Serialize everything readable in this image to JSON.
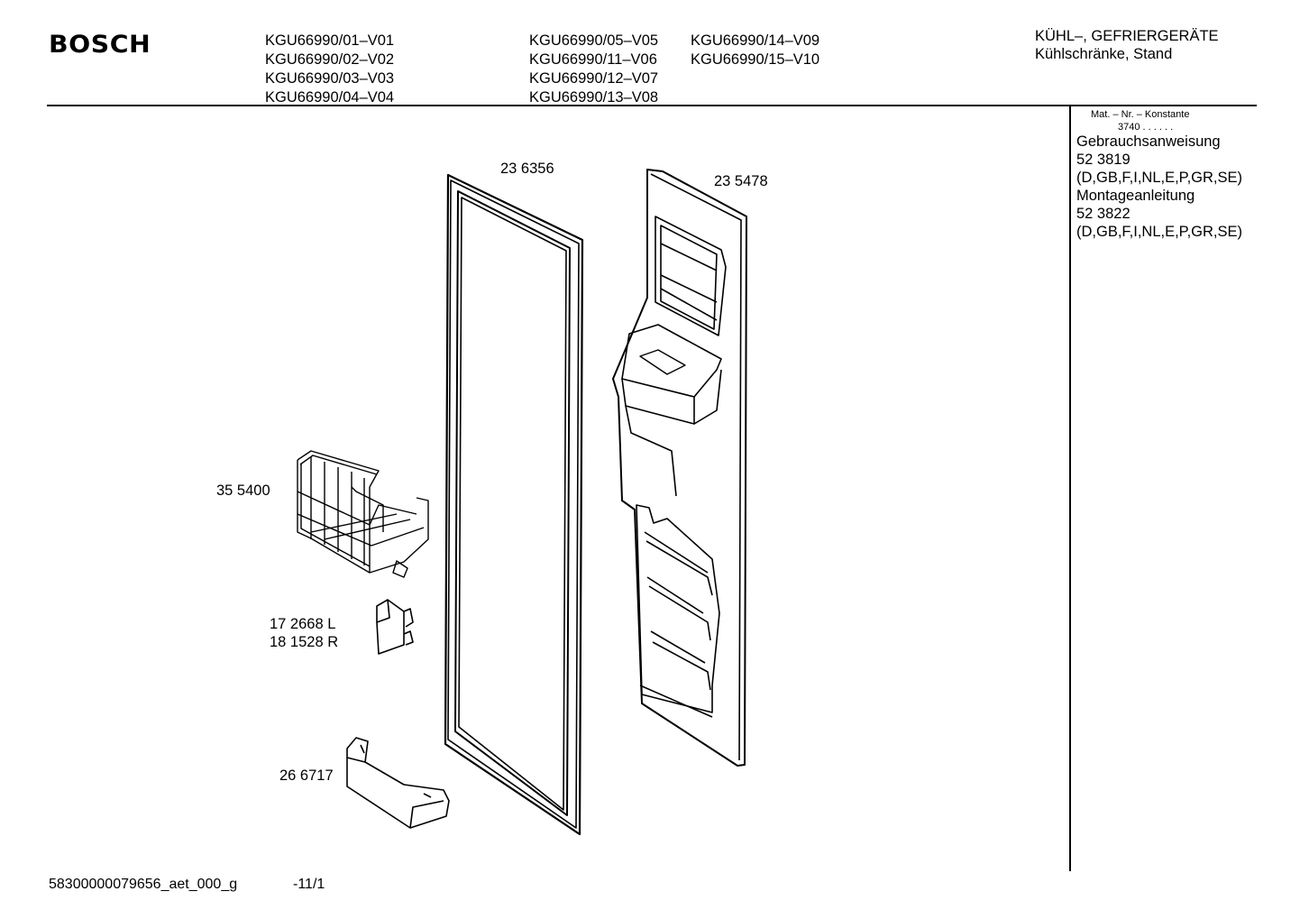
{
  "header": {
    "brand": "BOSCH",
    "models_col1": [
      "KGU66990/01–V01",
      "KGU66990/02–V02",
      "KGU66990/03–V03",
      "KGU66990/04–V04"
    ],
    "models_col2": [
      "KGU66990/05–V05",
      "KGU66990/11–V06",
      "KGU66990/12–V07",
      "KGU66990/13–V08"
    ],
    "models_col3": [
      "KGU66990/14–V09",
      "KGU66990/15–V10"
    ],
    "category": "KÜHL–, GEFRIERGERÄTE",
    "subcategory": "Kühlschränke, Stand"
  },
  "sidebar": {
    "mat_label": "Mat. – Nr. – Konstante",
    "mat_value": "3740 . .  .  .  .  .",
    "lines": [
      "Gebrauchsanweisung",
      "52 3819",
      "(D,GB,F,I,NL,E,P,GR,SE)",
      "Montageanleitung",
      "52 3822",
      "(D,GB,F,I,NL,E,P,GR,SE)"
    ]
  },
  "parts": {
    "gasket": "23 6356",
    "door_liner": "23 5478",
    "basket": "35 5400",
    "hinge_cover_l": "17 2668 L",
    "hinge_cover_r": "18 1528 R",
    "bottle_shelf": "26 6717"
  },
  "footer": {
    "doc_id": "58300000079656_aet_000_g",
    "page": "-11/1"
  }
}
